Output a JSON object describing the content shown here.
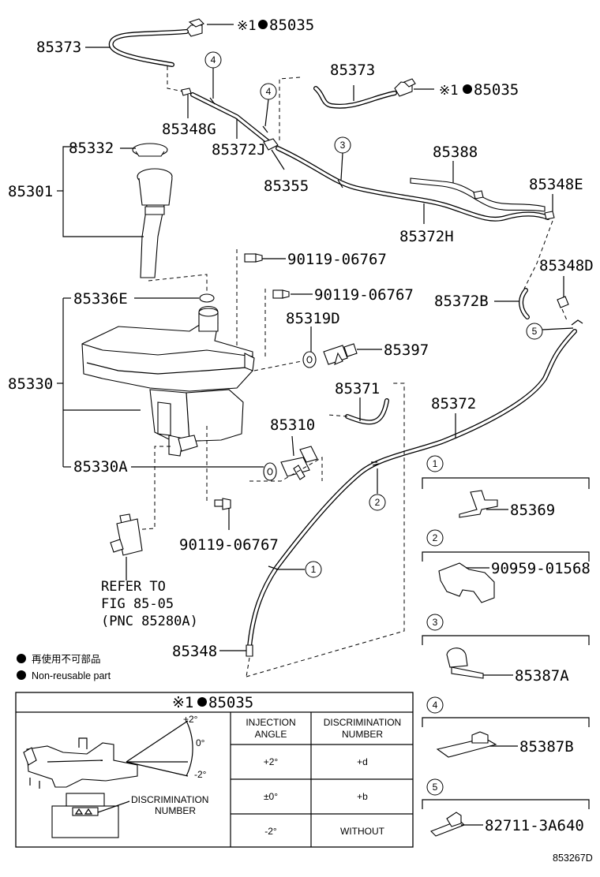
{
  "parts": {
    "p85035_top": "85035",
    "p85035_mid": "85035",
    "mark1": "※1",
    "p85373_top": "85373",
    "p85373_mid": "85373",
    "p85348G": "85348G",
    "p85372J": "85372J",
    "p85355": "85355",
    "p85332": "85332",
    "p85301": "85301",
    "p85388": "85388",
    "p85348E": "85348E",
    "p85372H": "85372H",
    "p90119_a": "90119-06767",
    "p90119_b": "90119-06767",
    "p90119_c": "90119-06767",
    "p85348D": "85348D",
    "p85336E": "85336E",
    "p85372B": "85372B",
    "p85319D": "85319D",
    "p85397": "85397",
    "p85330": "85330",
    "p85371": "85371",
    "p85372": "85372",
    "p85310": "85310",
    "p85330A": "85330A",
    "p85348": "85348",
    "p85369": "85369",
    "p90959": "90959-01568",
    "p85387A": "85387A",
    "p85387B": "85387B",
    "p82711": "82711-3A640"
  },
  "callouts": {
    "c1": "1",
    "c2": "2",
    "c3": "3",
    "c4": "4",
    "c5": "5"
  },
  "refer": {
    "line1": "REFER TO",
    "line2": "FIG 85-05",
    "line3": "(PNC 85280A)"
  },
  "legend": {
    "jp": "再使用不可部品",
    "en": "Non-reusable part"
  },
  "detail": {
    "title_mark": "※1",
    "title_pn": "85035",
    "col1": [
      "INJECTION",
      "ANGLE"
    ],
    "col2": [
      "DISCRIMINATION",
      "NUMBER"
    ],
    "rows": [
      {
        "angle": "+2°",
        "number": "+d"
      },
      {
        "angle": "±0°",
        "number": "+b"
      },
      {
        "angle": "-2°",
        "number": "WITHOUT"
      }
    ],
    "angle_plus": "+2°",
    "angle_zero": "0°",
    "angle_minus": "-2°",
    "disc_label": [
      "DISCRIMINATION",
      "NUMBER"
    ]
  },
  "figure_code": "853267D"
}
